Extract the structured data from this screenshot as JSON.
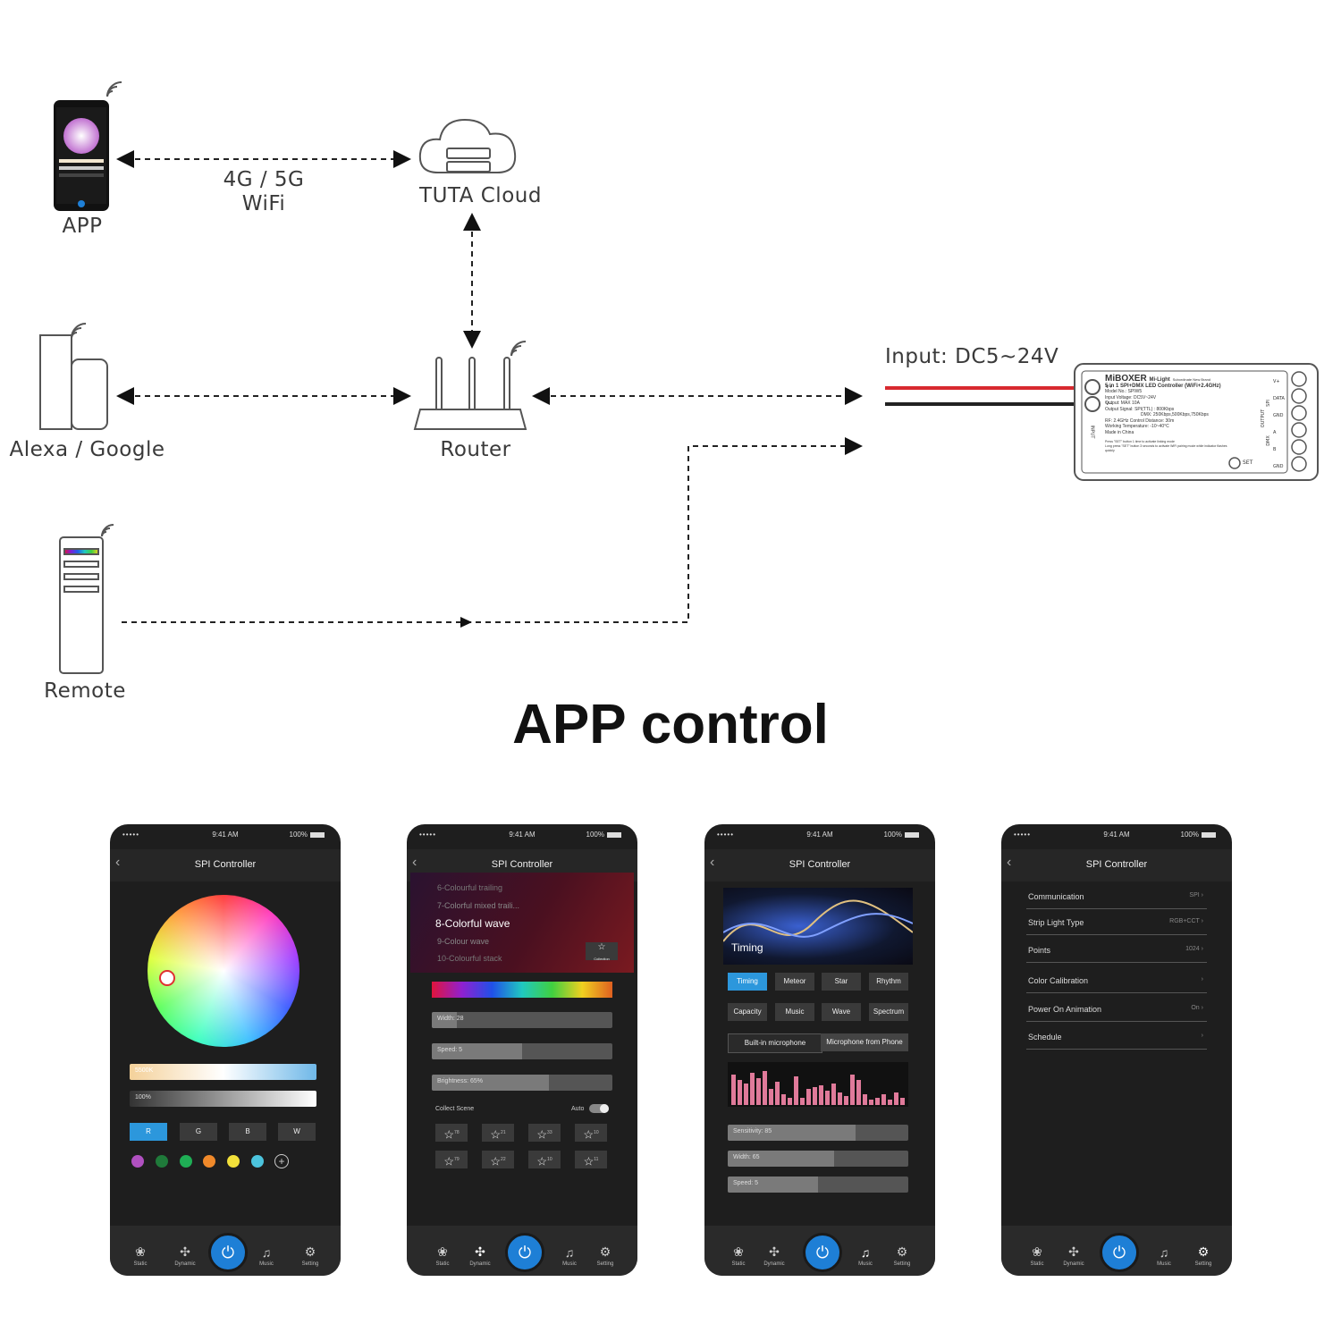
{
  "diagram": {
    "app_label": "APP",
    "link_label_line1": "4G / 5G",
    "link_label_line2": "WiFi",
    "cloud_label": "TUTA Cloud",
    "assistant_label": "Alexa / Google",
    "router_label": "Router",
    "remote_label": "Remote",
    "input_label": "Input:  DC5~24V",
    "controller": {
      "brand": "MiBOXER",
      "sub_brand": "Mi-Light",
      "sub_brand_tag": "Subordinate New Brand",
      "product": "5 in 1 SPI+DMX LED Controller (WiFi+2.4GHz)",
      "model": "Model No.: SPIW5",
      "input_voltage": "Input Voltage: DC5V~24V",
      "output": "Output: MAX 10A",
      "output_signal": "Output Signal: SPI(TTL) : 800Kbps",
      "dmx": "DMX: 250Kbps,500Kbps,750Kbps",
      "rf": "RF: 2.4GHz  Control Distance: 30m",
      "working_temp": "Working Temperature: -10~40°C",
      "made_in": "Made in China",
      "note1": "Press \"SET\" button 1 time to activate linking mode",
      "note2": "Long press \"SET\" button 3 seconds to activate WiFi pairing mode while indicator flashes quickly",
      "set_label": "SET",
      "input_side": "INPUT",
      "v_plus": "V+",
      "v_minus": "V−",
      "output_side": "OUTPUT",
      "spi_label": "SPI",
      "dmx_label": "DMX",
      "terminals": [
        "V+",
        "DATA",
        "GND",
        "A",
        "B",
        "GND"
      ]
    }
  },
  "section_title": "APP control",
  "status": {
    "dots": "•••••",
    "time": "9:41 AM",
    "battery": "100%"
  },
  "app_title": "SPI Controller",
  "tabs": [
    {
      "label": "Static",
      "icon": "static-icon"
    },
    {
      "label": "Dynamic",
      "icon": "dynamic-icon"
    },
    {
      "label": "Music",
      "icon": "music-icon"
    },
    {
      "label": "Setting",
      "icon": "setting-icon"
    }
  ],
  "static_screen": {
    "cct_label": "5500K",
    "brightness_label": "100%",
    "channels": [
      "R",
      "G",
      "B",
      "W"
    ],
    "active_channel": "R",
    "swatches": [
      "#b050c0",
      "#1f7a3a",
      "#1fae55",
      "#f0892a",
      "#f2e03a",
      "#4cc4dd"
    ]
  },
  "dynamic_screen": {
    "modes": [
      "6-Colourful trailing",
      "7-Colorful mixed traili...",
      "8-Colorful wave",
      "9-Colour wave",
      "10-Colourful stack"
    ],
    "selected_mode": "8-Colorful wave",
    "collection_label": "Collection",
    "width": {
      "label": "Width: 28",
      "value": 0.14
    },
    "speed": {
      "label": "Speed: 5",
      "value": 0.5
    },
    "brightness": {
      "label": "Brightness: 65%",
      "value": 0.65
    },
    "collect_scene": "Collect Scene",
    "auto_label": "Auto",
    "scene_nums": [
      "78",
      "21",
      "33",
      "10",
      "79",
      "22",
      "10",
      "11"
    ]
  },
  "music_screen": {
    "banner_label": "Timing",
    "modes_row1": [
      "Timing",
      "Meteor",
      "Star",
      "Rhythm"
    ],
    "modes_row2": [
      "Capacity",
      "Music",
      "Wave",
      "Spectrum"
    ],
    "active_mode": "Timing",
    "source_a": "Built-in microphone",
    "source_b": "Microphone from Phone",
    "sensitivity": {
      "label": "Sensitivity:  85",
      "value": 0.71
    },
    "width": {
      "label": "Width:  65",
      "value": 0.59
    },
    "speed": {
      "label": "Speed:  5",
      "value": 0.5
    }
  },
  "setting_screen": {
    "rows": [
      {
        "key": "Communication",
        "value": "SPI"
      },
      {
        "key": "Strip Light Type",
        "value": "RGB+CCT"
      },
      {
        "key": "Points",
        "value": "1024"
      },
      {
        "key": "Color Calibration",
        "value": ""
      },
      {
        "key": "Power On Animation",
        "value": "On"
      },
      {
        "key": "Schedule",
        "value": ""
      }
    ]
  },
  "colors": {
    "accent": "#2c97dc",
    "power": "#1e7fd6",
    "wire_red": "#d8292f",
    "wire_black": "#222222",
    "phone_bg": "#1e1e1e"
  }
}
